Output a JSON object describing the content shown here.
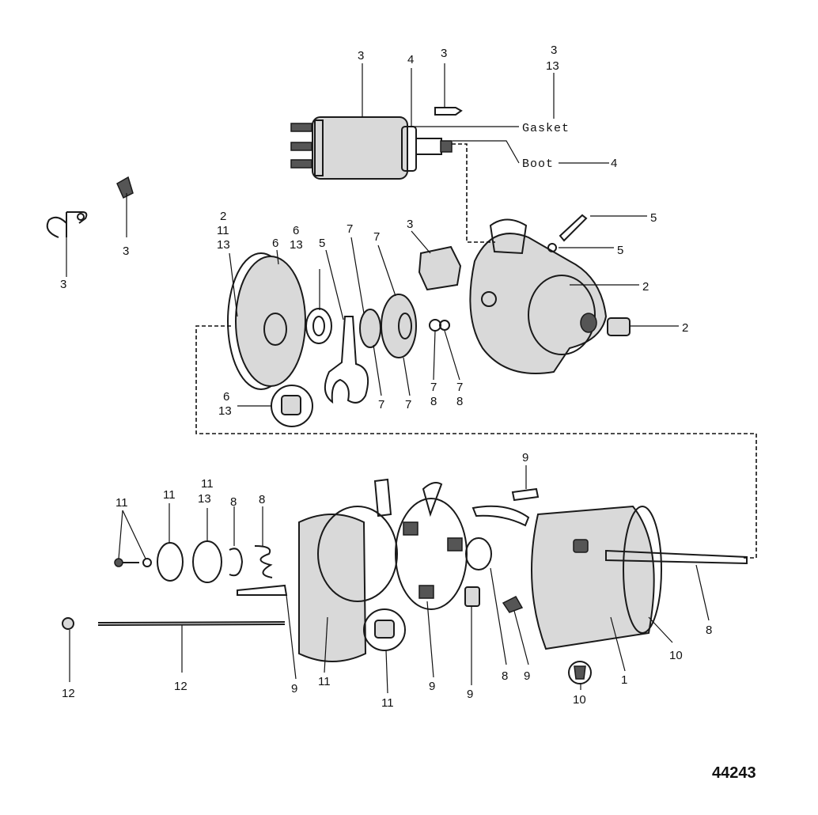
{
  "diagram": {
    "figure_number": "44243",
    "labels": {
      "gasket": "Gasket",
      "boot": "Boot"
    },
    "callouts": {
      "solenoid_top": "3",
      "solenoid_plunger": "4",
      "solenoid_screw": "3",
      "solenoid_gasket_a": "3",
      "solenoid_gasket_b": "13",
      "boot_ref": "4",
      "bracket_left": "3",
      "clip_left": "3",
      "drive_end_a": "2",
      "drive_end_b": "11",
      "drive_end_c": "13",
      "housing_ring": "6",
      "seal_a": "6",
      "seal_b": "13",
      "fork_lever": "5",
      "pinion_a": "7",
      "pinion_b": "7",
      "pinion_lower_a": "7",
      "pinion_lower_b": "7",
      "stop_a_1": "7",
      "stop_a_2": "8",
      "stop_b_1": "7",
      "stop_b_2": "8",
      "block": "3",
      "bolt_top": "5",
      "nut_top": "5",
      "frame_right_a": "2",
      "bushing_right": "2",
      "bushing_lower_a": "6",
      "bushing_lower_b": "13",
      "screw_left": "11",
      "plate_a": "11",
      "gasket_ring_a": "11",
      "gasket_ring_b": "13",
      "ring_a": "8",
      "spring": "8",
      "brush_lead_top": "9",
      "bolt_lower": "9",
      "end_cover": "11",
      "bushing_cover": "11",
      "brush_holder": "9",
      "brush": "9",
      "washer": "8",
      "brush_lower": "9",
      "field_frame": "1",
      "terminal": "10",
      "terminal_lower": "10",
      "armature_wire": "8",
      "nut_left": "12",
      "through_bolt": "12"
    }
  }
}
